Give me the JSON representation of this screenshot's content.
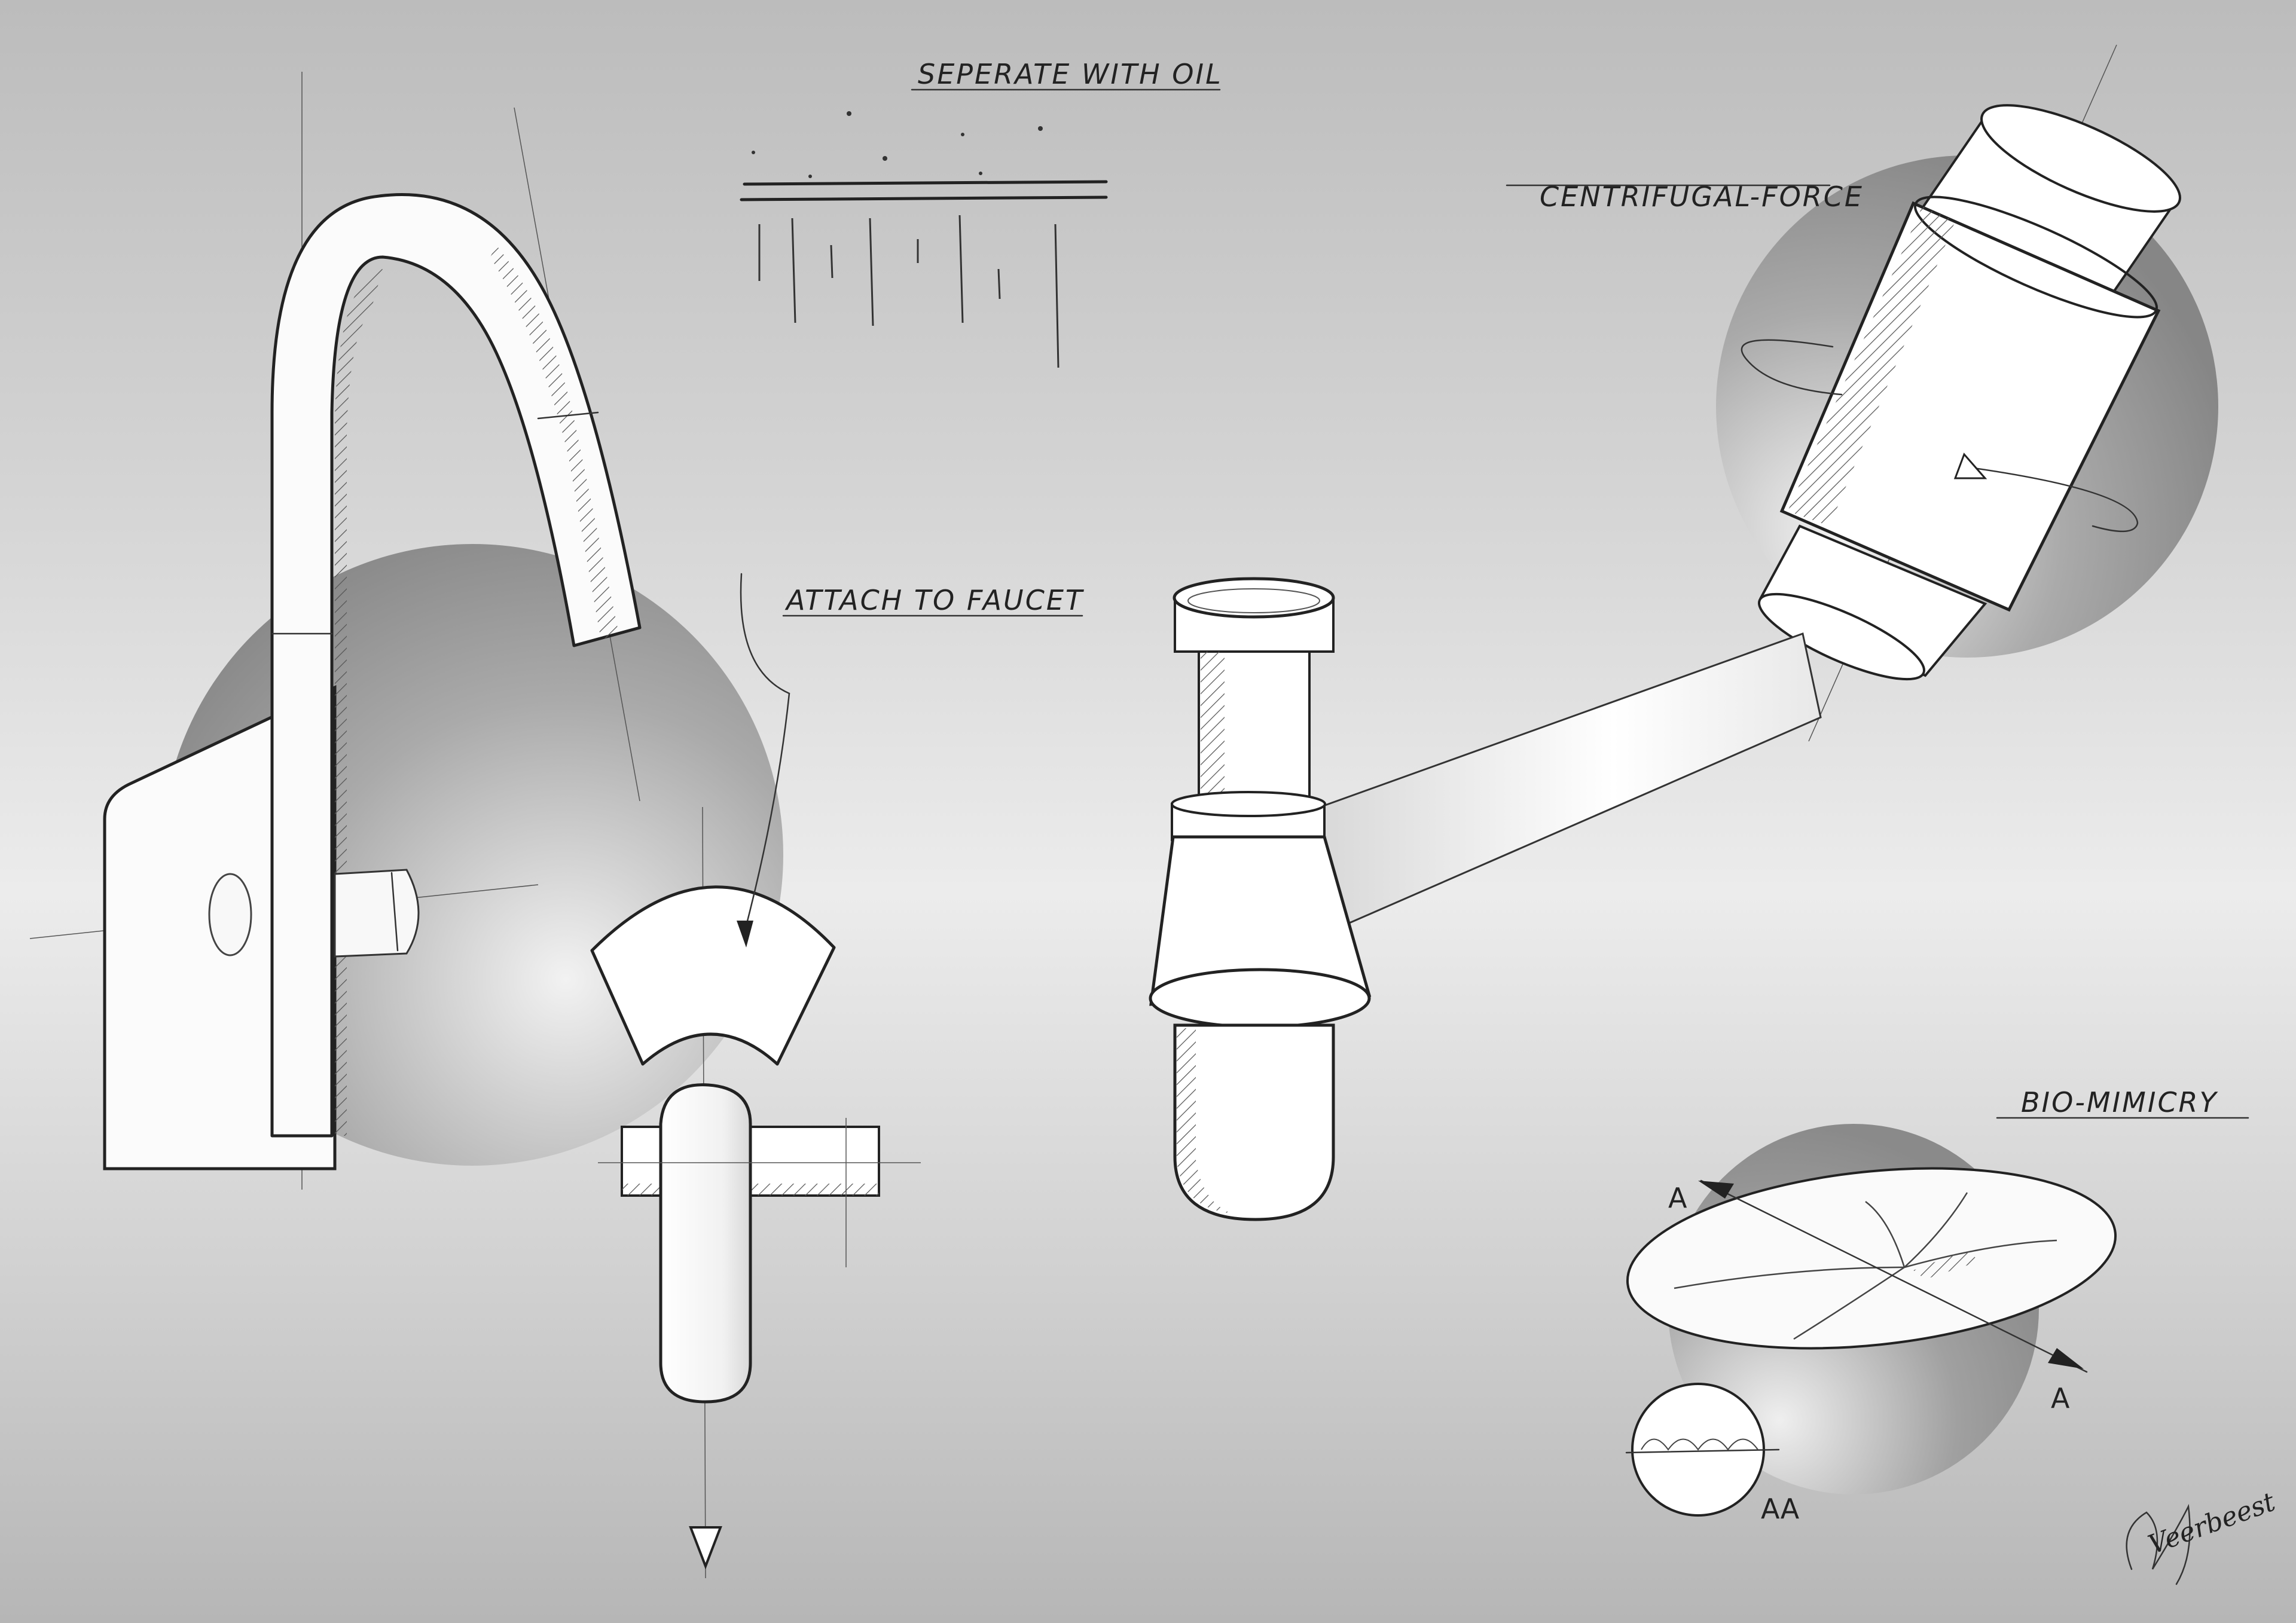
{
  "labels": {
    "seperate": "SEPERATE WITH OIL",
    "attach": "ATTACH TO FAUCET",
    "centrifugal": "CENTRIFUGAL-FORCE",
    "biomimicry": "BIO-MIMICRY",
    "section_a_top": "A",
    "section_a_bottom": "A",
    "section_aa": "AA",
    "signature": "Veerbeest"
  }
}
